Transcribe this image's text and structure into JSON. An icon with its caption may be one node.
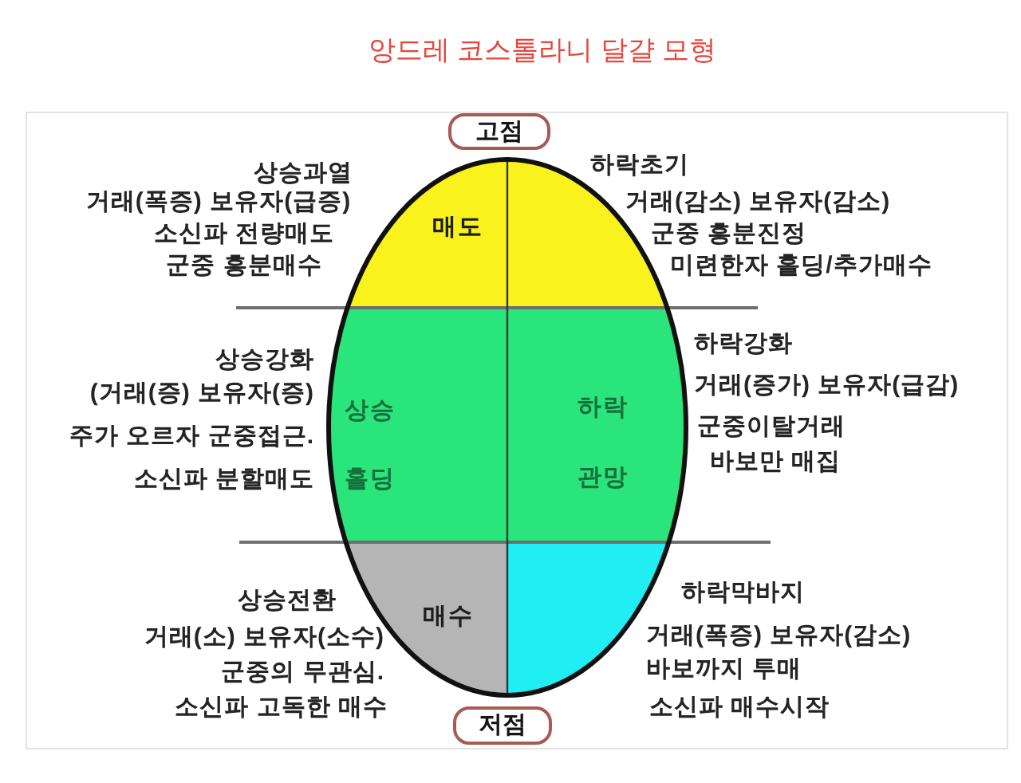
{
  "diagram": {
    "title": "앙드레 코스톨라니 달걀 모형",
    "nodes": [
      {
        "text": [
          "고점"
        ]
      },
      {
        "text": [
          "매도"
        ],
        "beside": [
          "상승과열",
          "거래(폭증) 보유자(급증)",
          "소신파 전량매도",
          "군중 흥분매수"
        ]
      },
      {
        "text": [],
        "shape": "segment",
        "beside": [
          "하락초기",
          "거래(감소) 보유자(감소)",
          "군중 흥분진정",
          "미련한자 홀딩/추가매수"
        ]
      },
      {
        "text": [
          "상승",
          "홀딩"
        ],
        "beside": [
          "상승강화",
          "(거래(증) 보유자(증)",
          "주가 오르자 군중접근.",
          "소신파 분할매도"
        ]
      },
      {
        "text": [
          "하락",
          "관망"
        ],
        "beside": [
          "하락강화",
          "거래(증가) 보유자(급감)",
          "군중이탈거래",
          "바보만 매집"
        ]
      },
      {
        "text": [
          "매수"
        ],
        "beside": [
          "상승전환",
          "거래(소) 보유자(소수)",
          "군중의 무관심.",
          "소신파 고독한 매수"
        ]
      },
      {
        "text": [],
        "shape": "segment",
        "beside": [
          "하락막바지",
          "거래(폭증) 보유자(감소)",
          "바보까지 투매",
          "소신파 매수시작"
        ]
      },
      {
        "text": [
          "저점"
        ]
      }
    ]
  }
}
